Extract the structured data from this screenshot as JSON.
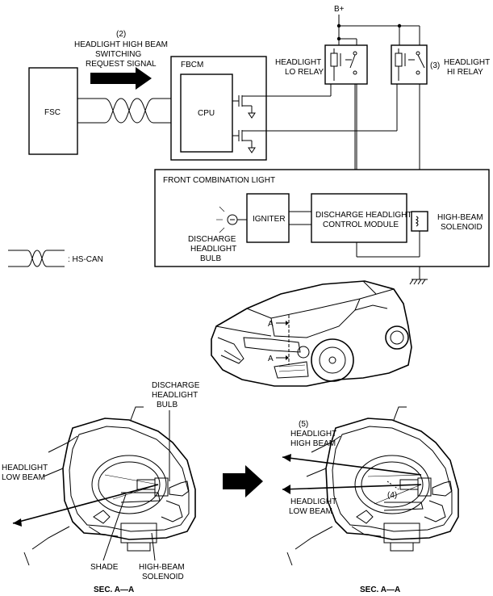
{
  "supply": {
    "label": "B+"
  },
  "fsc": {
    "label": "FSC"
  },
  "signal": {
    "number": "(2)",
    "line1": "HEADLIGHT HIGH BEAM",
    "line2": "SWITCHING",
    "line3": "REQUEST SIGNAL"
  },
  "fbcm": {
    "title": "FBCM",
    "cpu": "CPU"
  },
  "lo_relay": {
    "line1": "HEADLIGHT",
    "line2": "LO RELAY"
  },
  "hi_relay": {
    "number": "(3)",
    "line1": "HEADLIGHT",
    "line2": "HI RELAY"
  },
  "front_light": {
    "title": "FRONT COMBINATION LIGHT",
    "igniter": "IGNITER",
    "module_line1": "DISCHARGE HEADLIGHT",
    "module_line2": "CONTROL MODULE",
    "bulb_line1": "DISCHARGE",
    "bulb_line2": "HEADLIGHT",
    "bulb_line3": "BULB",
    "solenoid_line1": "HIGH-BEAM",
    "solenoid_line2": "SOLENOID"
  },
  "legend": {
    "hs_can": ": HS-CAN"
  },
  "car": {
    "section_mark_top": "A",
    "section_mark_bottom": "A"
  },
  "left_section": {
    "bulb_line1": "DISCHARGE",
    "bulb_line2": "HEADLIGHT",
    "bulb_line3": "BULB",
    "beam_line1": "HEADLIGHT",
    "beam_line2": "LOW BEAM",
    "shade": "SHADE",
    "solenoid_line1": "HIGH-BEAM",
    "solenoid_line2": "SOLENOID",
    "caption": "SEC. A—A"
  },
  "right_section": {
    "number_high": "(5)",
    "high_line1": "HEADLIGHT",
    "high_line2": "HIGH BEAM",
    "low_line1": "HEADLIGHT",
    "low_line2": "LOW BEAM",
    "number_solenoid": "(4)",
    "caption": "SEC. A—A"
  }
}
